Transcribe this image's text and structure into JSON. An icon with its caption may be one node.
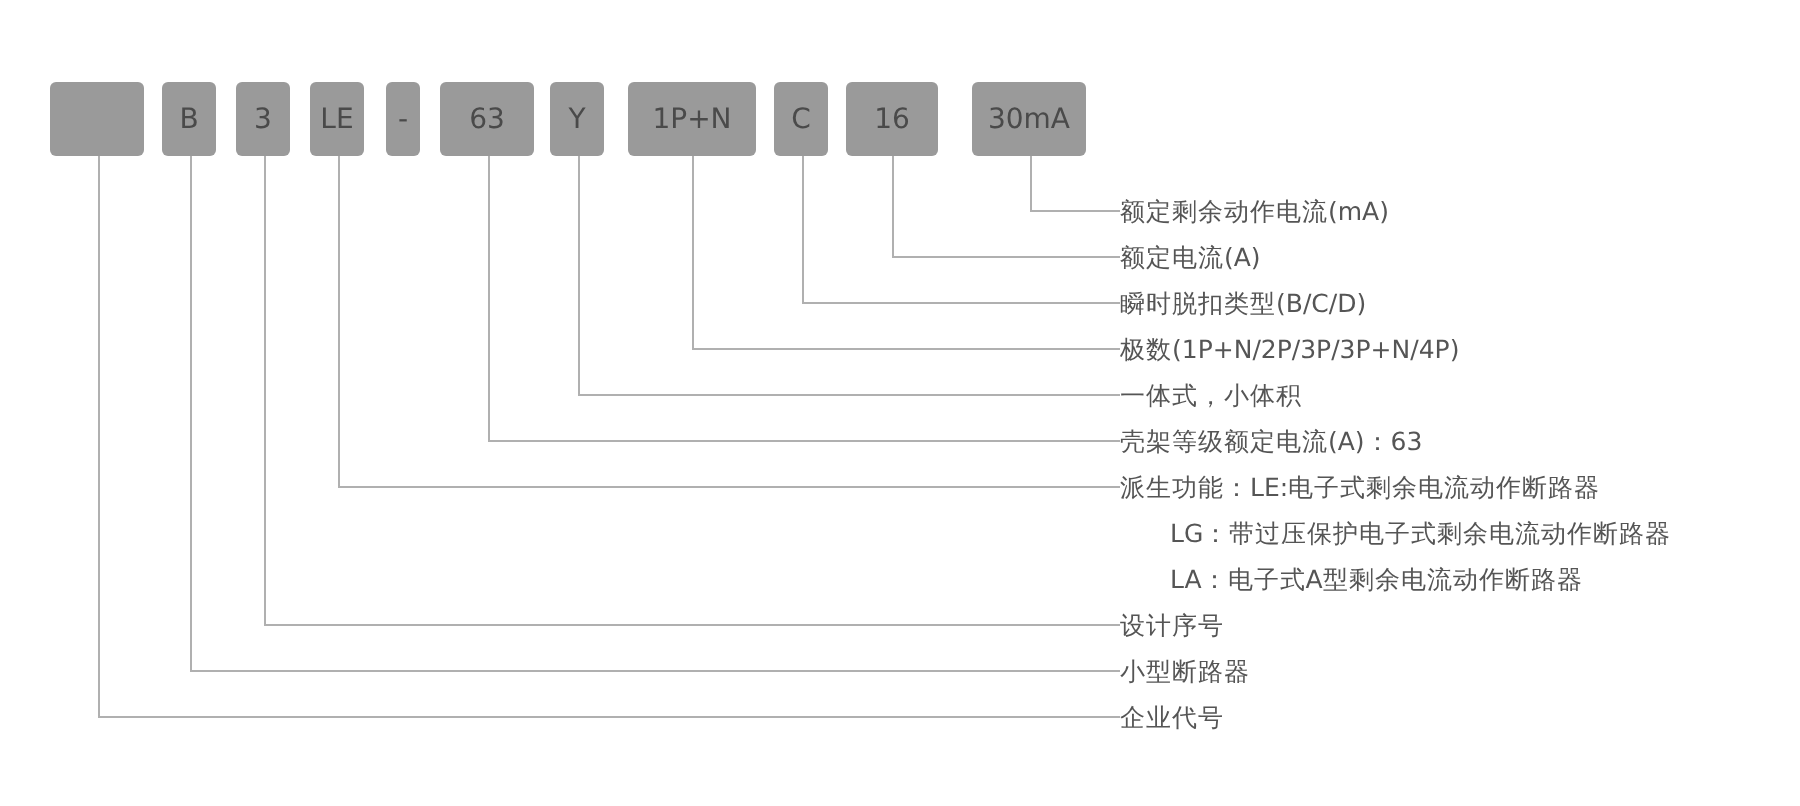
{
  "diagram": {
    "nodes": [
      {
        "text": [],
        "shape": "box"
      },
      {
        "text": [
          "B"
        ]
      },
      {
        "text": [
          "3"
        ]
      },
      {
        "text": [
          "LE"
        ]
      },
      {
        "text": [
          "-"
        ]
      },
      {
        "text": [
          "63"
        ]
      },
      {
        "text": [
          "Y"
        ]
      },
      {
        "text": [
          "1P+N"
        ]
      },
      {
        "text": [
          "C"
        ]
      },
      {
        "text": [
          "16"
        ]
      },
      {
        "text": [
          "30mA"
        ]
      },
      {
        "text": [
          "额定剩余动作电流(mA)"
        ]
      },
      {
        "text": [
          "额定电流(A)"
        ]
      },
      {
        "text": [
          "瞬时脱扣类型(B/C/D)"
        ]
      },
      {
        "text": [
          "极数(1P+N/2P/3P/3P+N/4P)"
        ]
      },
      {
        "text": [
          "一体式，小体积"
        ]
      },
      {
        "text": [
          "壳架等级额定电流(A)：63"
        ]
      },
      {
        "text": [
          "派生功能：LE:电子式剩余电流动作断路器",
          "LG：带过压保护电子式剩余电流动作断路器",
          "LA：电子式A型剩余电流动作断路器"
        ]
      },
      {
        "text": [
          "设计序号"
        ]
      },
      {
        "text": [
          "小型断路器"
        ]
      },
      {
        "text": [
          "企业代号"
        ]
      }
    ],
    "edges": [
      {
        "from": 10,
        "to": 11,
        "arrow": "none"
      },
      {
        "from": 9,
        "to": 12,
        "arrow": "none"
      },
      {
        "from": 8,
        "to": 13,
        "arrow": "none"
      },
      {
        "from": 7,
        "to": 14,
        "arrow": "none"
      },
      {
        "from": 6,
        "to": 15,
        "arrow": "none"
      },
      {
        "from": 5,
        "to": 16,
        "arrow": "none"
      },
      {
        "from": 3,
        "to": 17,
        "arrow": "none"
      },
      {
        "from": 2,
        "to": 18,
        "arrow": "none"
      },
      {
        "from": 1,
        "to": 19,
        "arrow": "none"
      },
      {
        "from": 0,
        "to": 20,
        "arrow": "none"
      }
    ]
  }
}
